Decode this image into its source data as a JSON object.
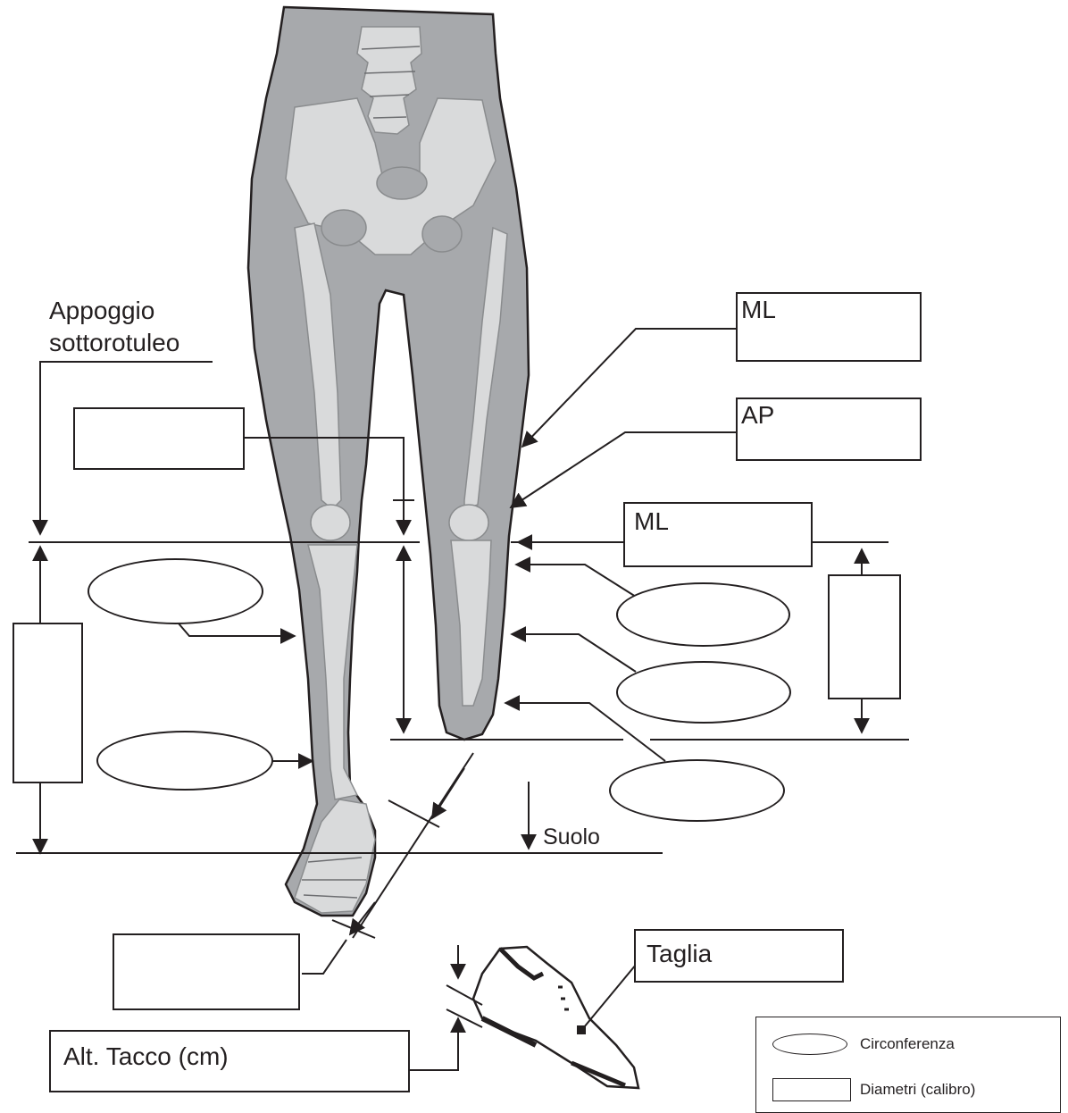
{
  "labels": {
    "appoggio_line1": "Appoggio",
    "appoggio_line2": "sottorotuleo",
    "ml_top": "ML",
    "ap": "AP",
    "ml_knee": "ML",
    "suolo": "Suolo",
    "taglia": "Taglia",
    "alt_tacco": "Alt. Tacco (cm)"
  },
  "legend": {
    "circ_label": "Circonferenza",
    "diam_label": "Diametri (calibro)"
  },
  "colors": {
    "ink": "#231f20",
    "limb_fill": "#a7a9ac",
    "bone_fill": "#d9dadb",
    "bone_shadow": "#8a8c8e"
  }
}
